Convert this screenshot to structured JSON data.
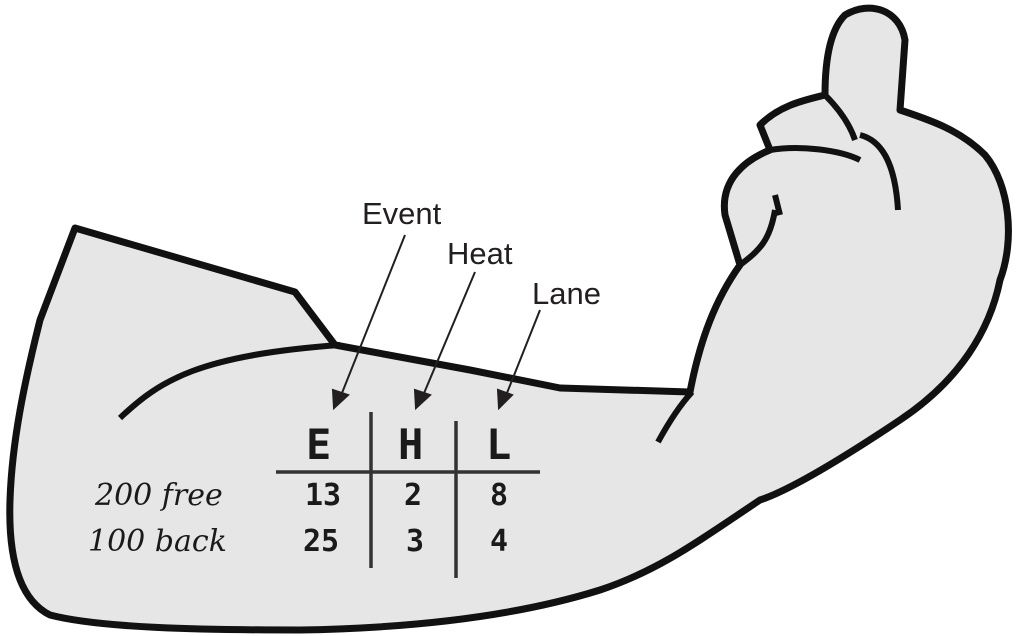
{
  "labels": {
    "event": "Event",
    "heat": "Heat",
    "lane": "Lane"
  },
  "table": {
    "headers": [
      "E",
      "H",
      "L"
    ],
    "rows": [
      {
        "name": "200 free",
        "values": [
          "13",
          "2",
          "8"
        ]
      },
      {
        "name": "100 back",
        "values": [
          "25",
          "3",
          "4"
        ]
      }
    ]
  },
  "colors": {
    "skin": "#e6e6e6",
    "outline": "#111111"
  }
}
